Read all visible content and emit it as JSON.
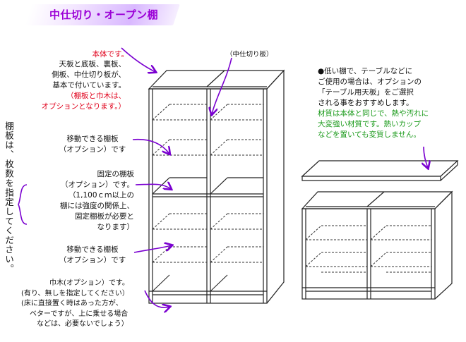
{
  "title": "中仕切り・オープン棚",
  "main_note": {
    "heading": "本体です。",
    "lines": [
      "天板と底板、裏板、",
      "側板、中仕切り板が、",
      "基本で付いています。"
    ],
    "option_lines": [
      "（棚板と巾木は、",
      "オプションとなります。）"
    ]
  },
  "center_partition_label": "（中仕切り板）",
  "side_note": "棚板は、枚数を指定してください。",
  "movable_shelf_1": [
    "移動できる棚板",
    "（オプション）です"
  ],
  "fixed_shelf": [
    "固定の棚板",
    "（オプション）です。",
    "（1,100ｃｍ以上の",
    "棚には強度の関係上、",
    "固定棚板が必要と",
    "なります）"
  ],
  "movable_shelf_2": [
    "移動できる棚板",
    "（オプション）です"
  ],
  "baseboard": [
    "巾木(オプション）です。",
    "(有り、無しを指定してください）",
    "(床に直接置く時はあった方が、",
    "ベターですが、上に乗せる場合",
    "などは、必要ないでしょう）"
  ],
  "right_note": {
    "lines": [
      "●低い棚で、テーブルなどに",
      "ご使用の場合は、オプションの",
      "「テーブル用天板」をご選択",
      "される事をおすすめします。"
    ],
    "green_lines": [
      "材質は本体と同じで、熱や汚れに",
      "大変強い材質です。熱いカップ",
      "などを置いても変質しません。"
    ]
  },
  "colors": {
    "title": "#9b00d6",
    "arrow": "#7a00d0",
    "red": "#e0001b",
    "green": "#1a9a1a"
  }
}
